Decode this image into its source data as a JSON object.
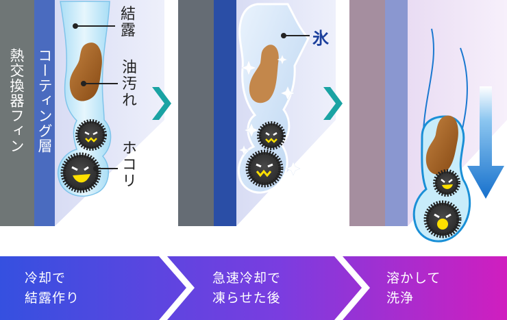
{
  "labels": {
    "fin": "熱交換器フィン",
    "coating": "コーティング層",
    "condensation": "結露",
    "oil": "油汚れ",
    "dust": "ホコリ",
    "ice": "氷"
  },
  "steps": [
    {
      "line1": "冷却で",
      "line2": "結露作り"
    },
    {
      "line1": "急速冷却で",
      "line2": "凍らせた後"
    },
    {
      "line1": "溶かして",
      "line2": "洗浄"
    }
  ],
  "colors": {
    "fin_gray": "#6f7676",
    "coating_blue": "#4a6bbf",
    "ice_blue": "#2a4ea6",
    "arrow_teal": "#1aa3a3",
    "wash_arrow": "#1a78d0",
    "oil_brown": "#9a5a1c",
    "dust_dark": "#3a3a3a",
    "face_yellow": "#ffe000",
    "banner_start": "#3a55e0",
    "banner_end": "#d020c0"
  }
}
